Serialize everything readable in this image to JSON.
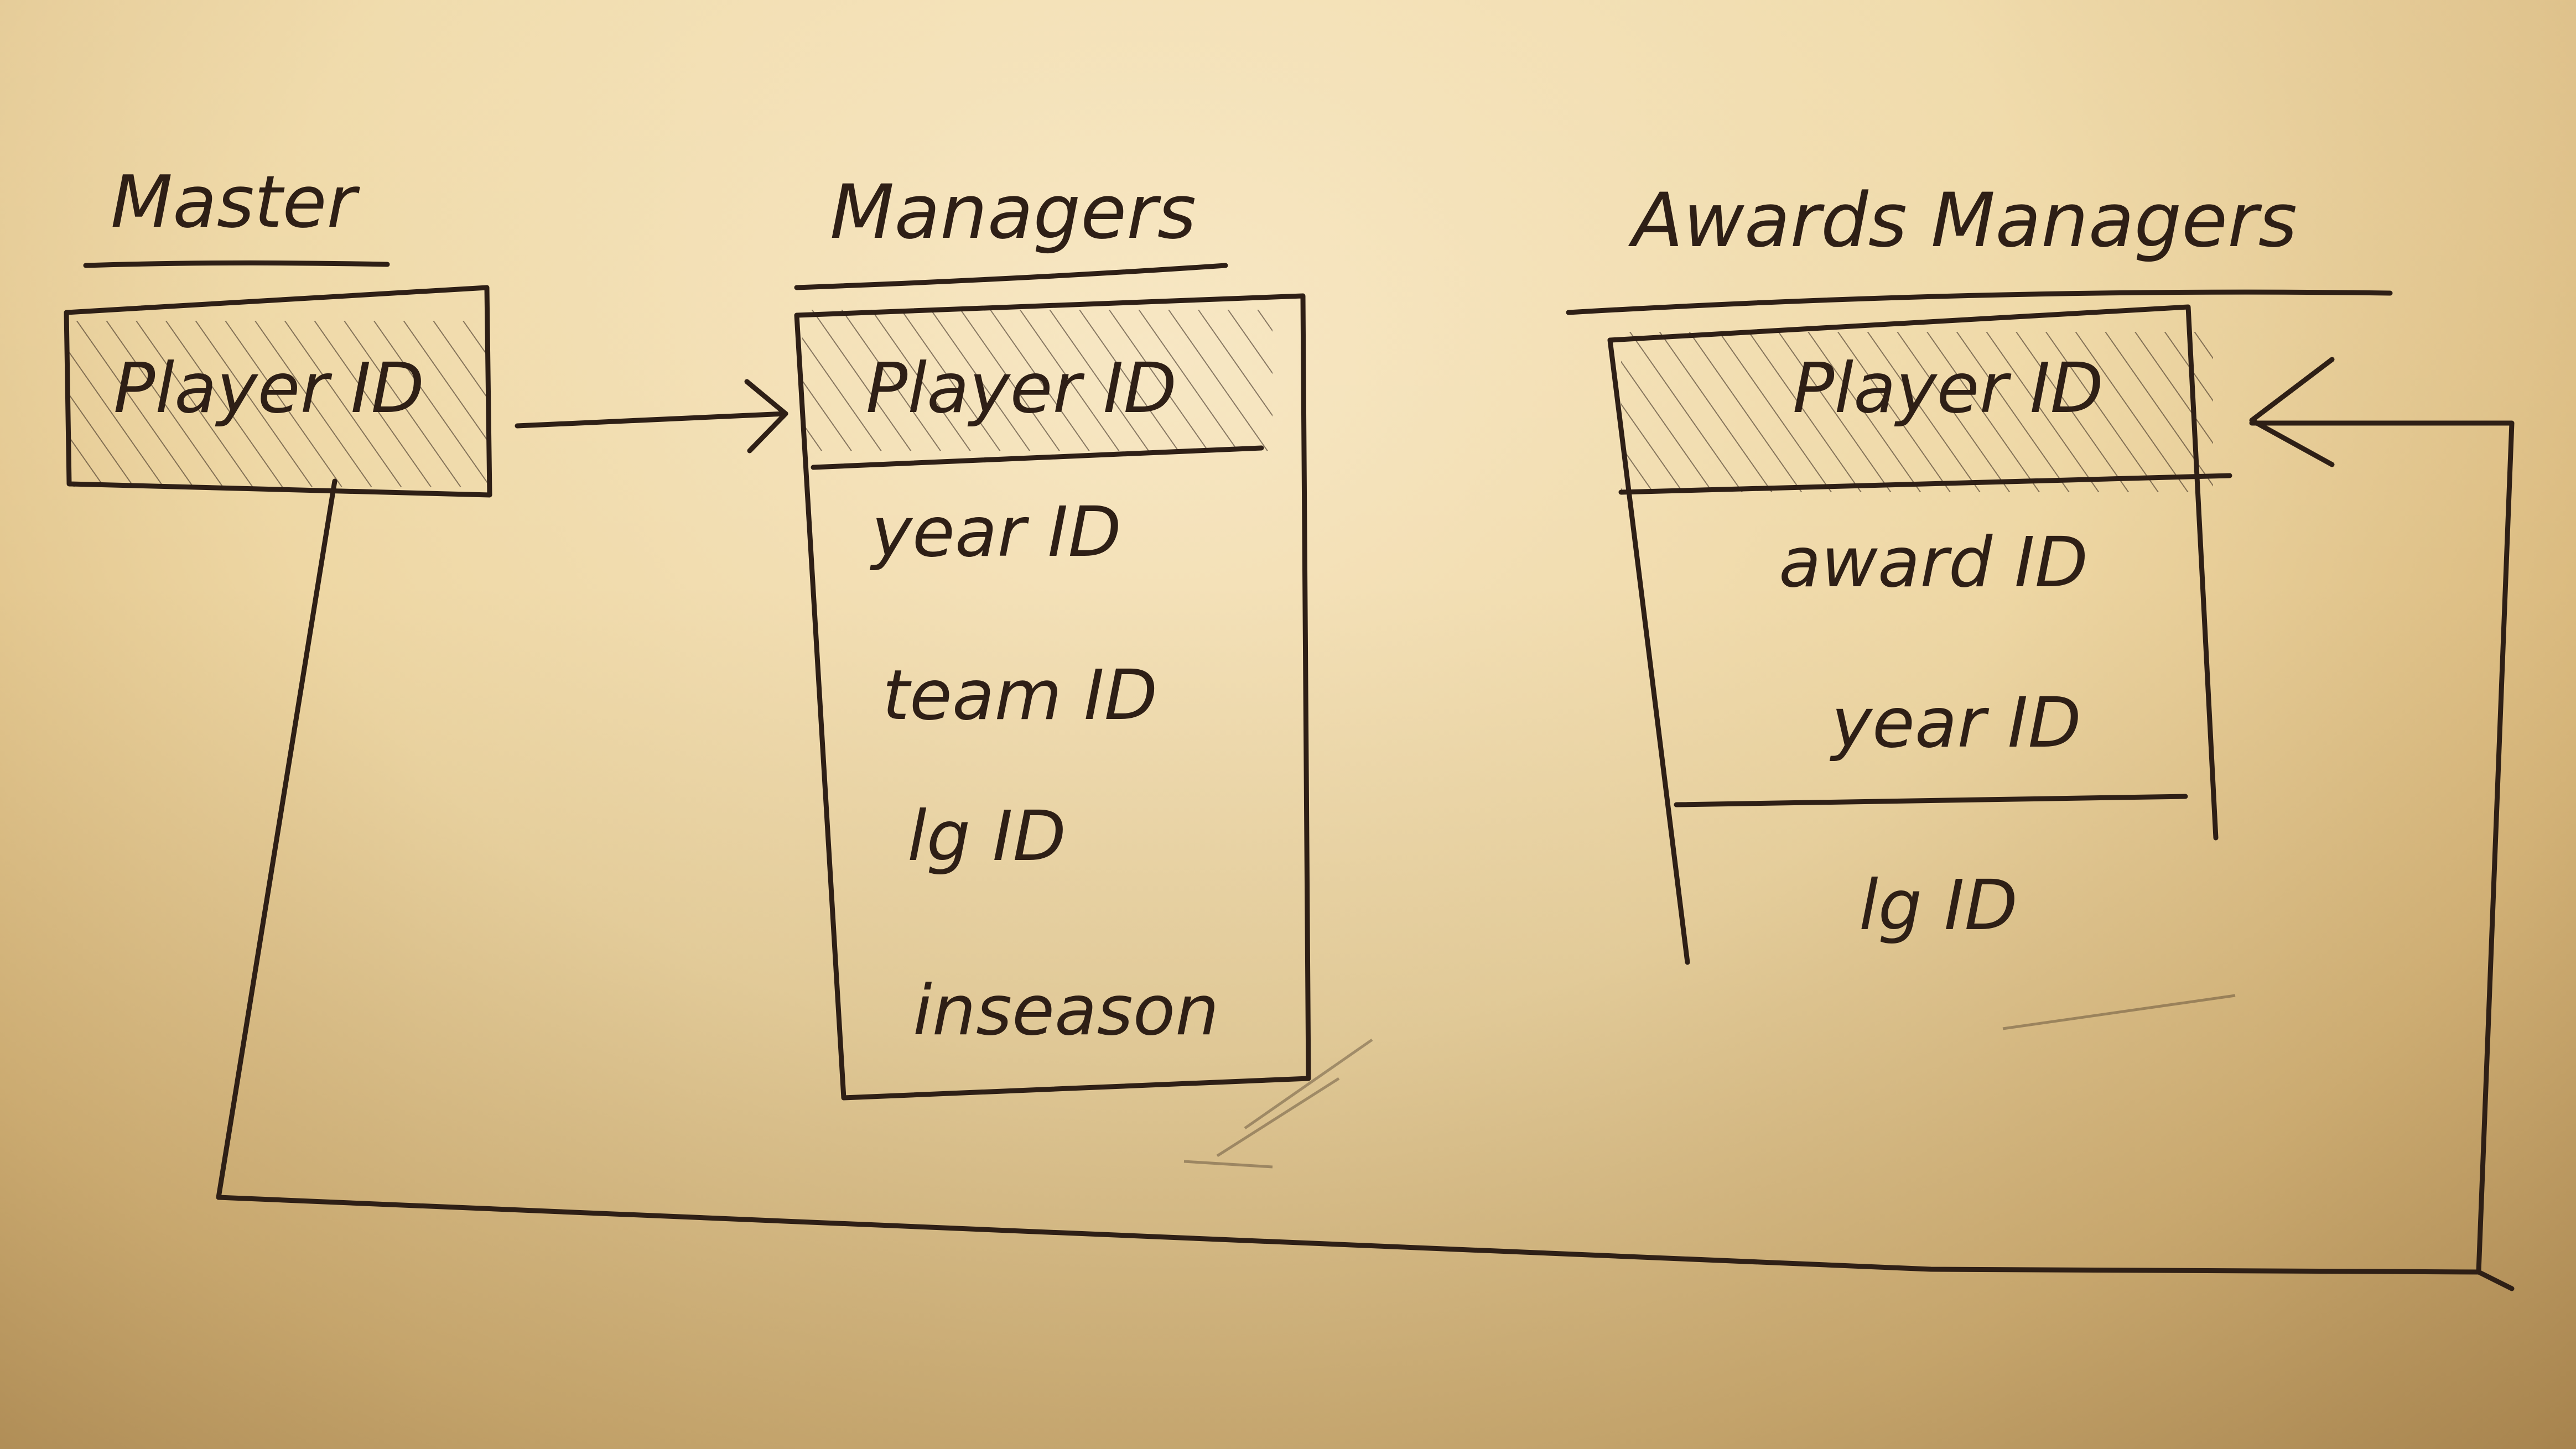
{
  "diagram": {
    "tables": [
      {
        "title": "Master",
        "primary_key": "Player ID",
        "fields": []
      },
      {
        "title": "Managers",
        "primary_key": "Player ID",
        "fields": [
          "year ID",
          "team ID",
          "lg ID",
          "inseason"
        ]
      },
      {
        "title": "Awards Managers",
        "primary_key": "Player ID",
        "fields": [
          "award ID",
          "year ID",
          "lg ID"
        ]
      }
    ]
  },
  "colors": {
    "ink": "#2e1f16",
    "paper": "#eed7a4"
  }
}
